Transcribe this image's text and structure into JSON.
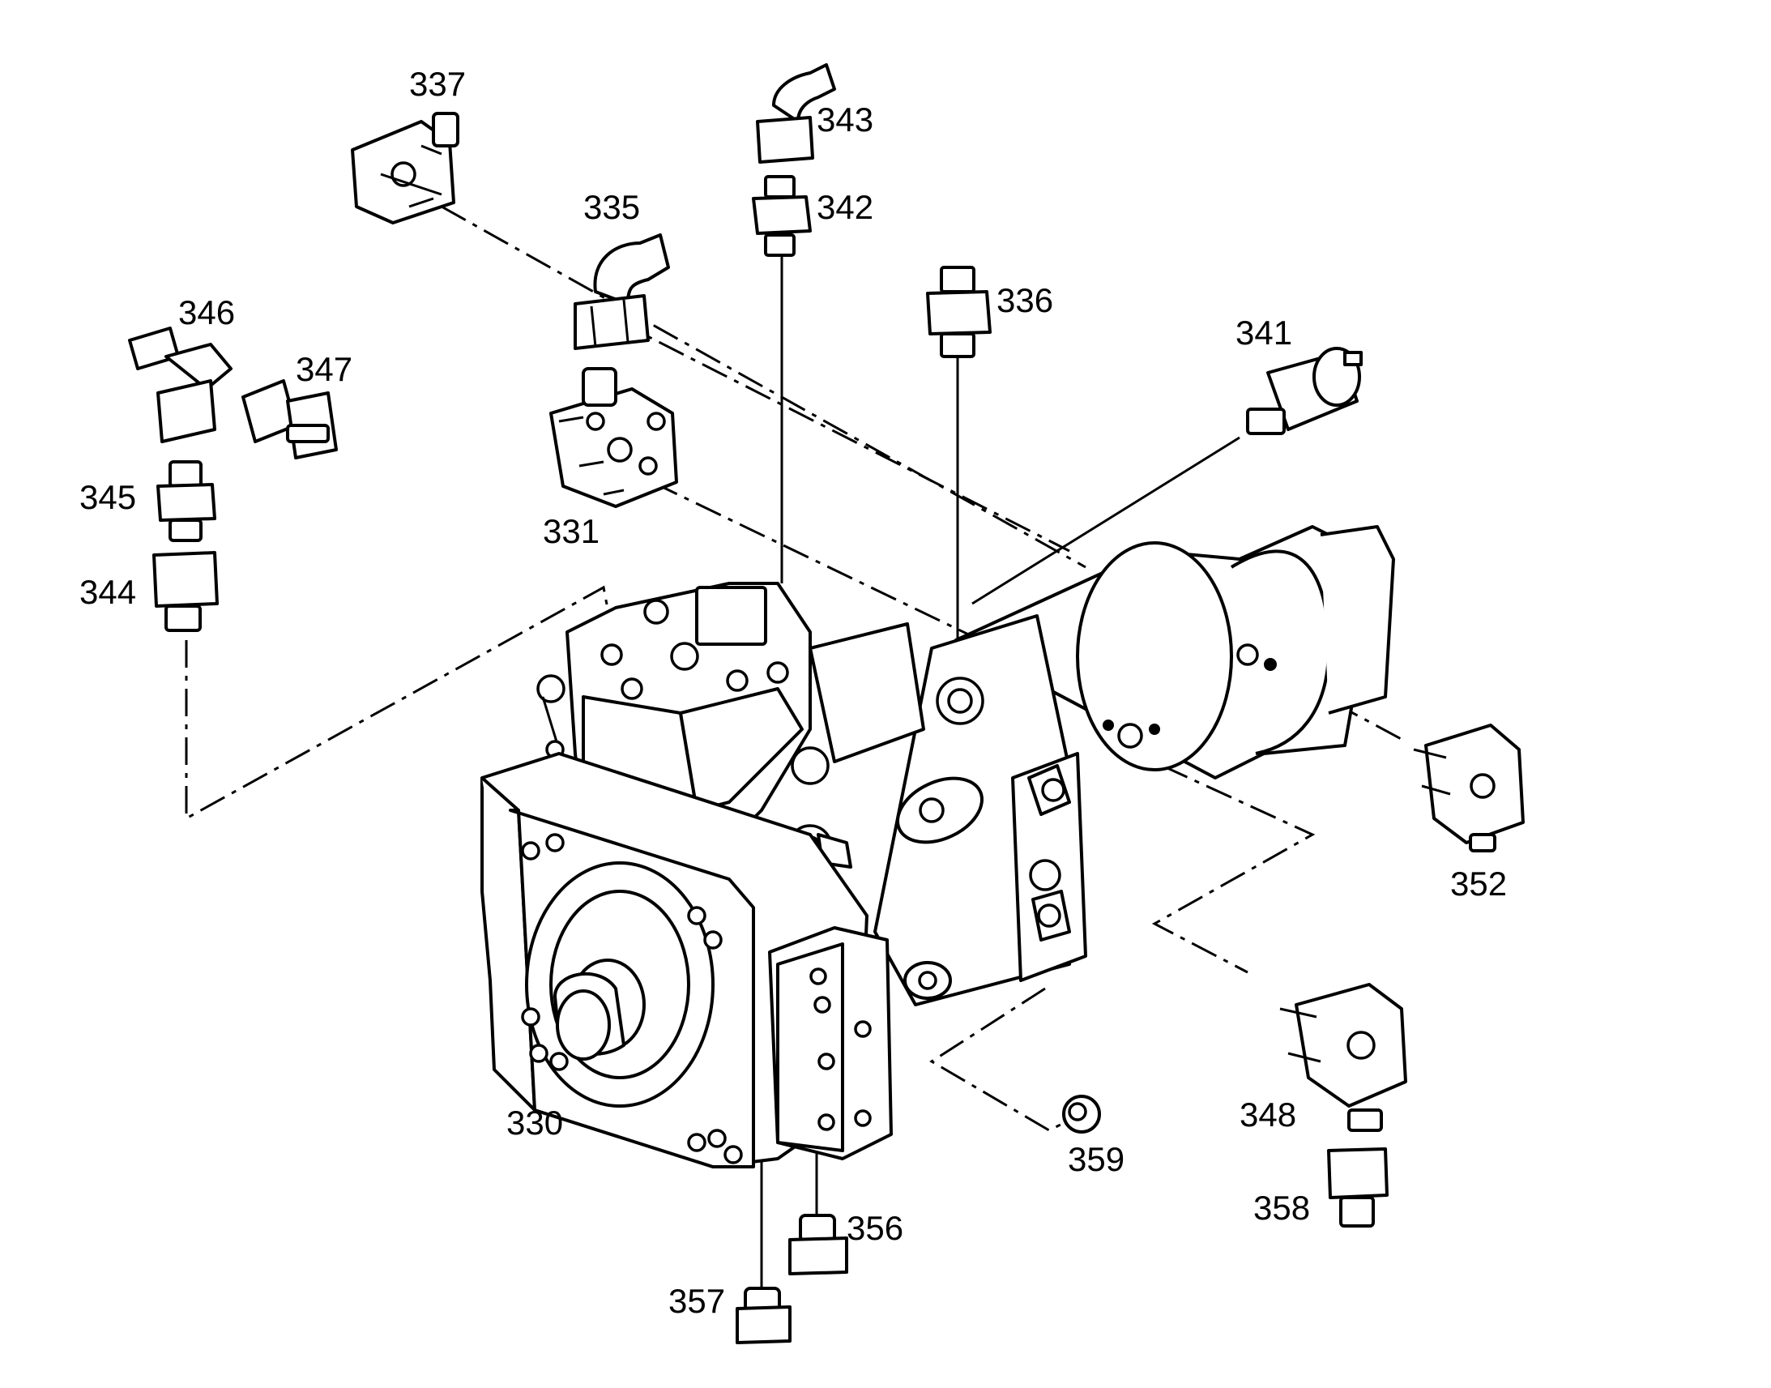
{
  "callouts": {
    "c330": "330",
    "c331": "331",
    "c335": "335",
    "c336": "336",
    "c337": "337",
    "c341": "341",
    "c342": "342",
    "c343": "343",
    "c344": "344",
    "c345": "345",
    "c346": "346",
    "c347": "347",
    "c348": "348",
    "c352": "352",
    "c356": "356",
    "c357": "357",
    "c358": "358",
    "c359": "359"
  },
  "colors": {
    "ink": "#000000",
    "paper": "#ffffff"
  }
}
